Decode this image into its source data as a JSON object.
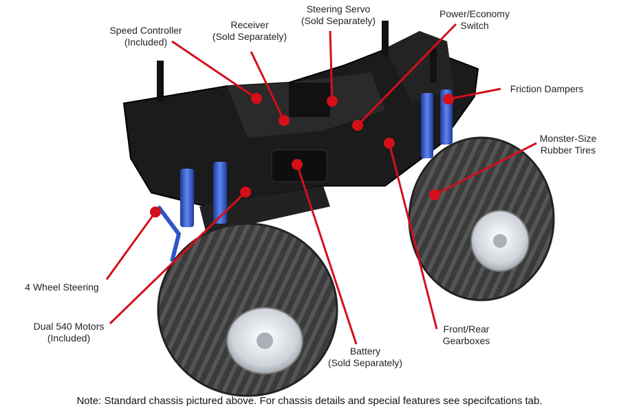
{
  "callouts": [
    {
      "id": "speed-controller",
      "lines": [
        "Speed Controller",
        "(Included)"
      ]
    },
    {
      "id": "receiver",
      "lines": [
        "Receiver",
        "(Sold Separately)"
      ]
    },
    {
      "id": "steering-servo",
      "lines": [
        "Steering Servo",
        "(Sold Separately)"
      ]
    },
    {
      "id": "power-switch",
      "lines": [
        "Power/Economy",
        "Switch"
      ]
    },
    {
      "id": "friction-dampers",
      "lines": [
        "Friction Dampers"
      ]
    },
    {
      "id": "monster-tires",
      "lines": [
        "Monster-Size",
        "Rubber Tires"
      ]
    },
    {
      "id": "four-wheel-steering",
      "lines": [
        "4 Wheel Steering"
      ]
    },
    {
      "id": "dual-motors",
      "lines": [
        "Dual 540 Motors",
        "(Included)"
      ]
    },
    {
      "id": "battery",
      "lines": [
        "Battery",
        "(Sold Separately)"
      ]
    },
    {
      "id": "gearboxes",
      "lines": [
        "Front/Rear",
        "Gearboxes"
      ]
    }
  ],
  "note": "Note: Standard chassis pictured above. For chassis details and special features see specifcations tab.",
  "colors": {
    "callout": "#d40f1a",
    "chassis": "#161616",
    "tire": "#3a3a3a",
    "shock": "#2f55c8",
    "wheel": "#d9dde2"
  }
}
